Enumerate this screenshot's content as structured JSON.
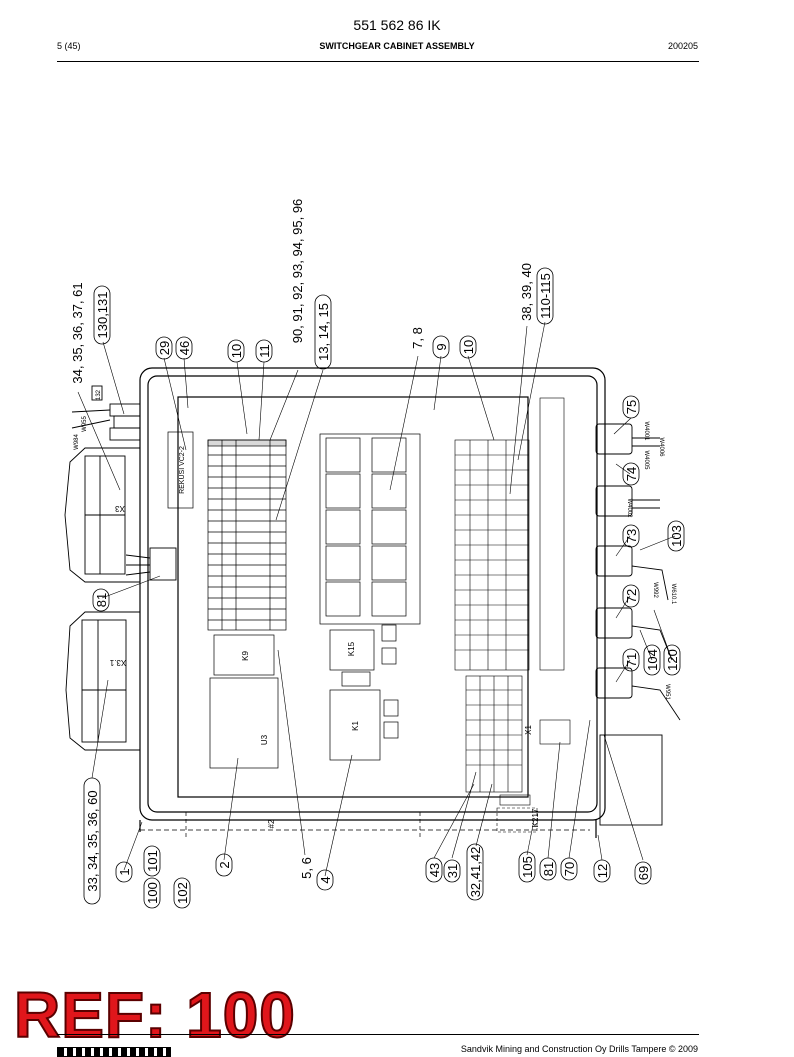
{
  "header": {
    "doc_number": "551 562 86 IK",
    "page": "5 (45)",
    "title": "SWITCHGEAR CABINET ASSEMBLY",
    "date": "200205"
  },
  "stamp": "REF: 100",
  "footer": "Sandvik Mining and Construction Oy Drills Tampere © 2009",
  "callouts": {
    "c34_61": "34, 35, 36, 37, 61",
    "c130": "130,131",
    "c29": "29",
    "c46": "46",
    "c10a": "10",
    "c11": "11",
    "c90": "90, 91, 92, 93, 94, 95, 96",
    "c13": "13, 14, 15",
    "c7": "7, 8",
    "c9": "9",
    "c10b": "10",
    "c38": "38, 39, 40",
    "c110": "110-115",
    "c75": "75",
    "c74": "74",
    "c73": "73",
    "c103": "103",
    "c72": "72",
    "c71": "71",
    "c104": "104",
    "c120": "120",
    "c81a": "81",
    "c33": "33, 34, 35, 36, 60",
    "c1": "1",
    "c100": "100",
    "c101": "101",
    "c102": "102",
    "c2": "2",
    "c56": "5, 6",
    "c4": "4",
    "c43": "43",
    "c31": "31",
    "c3241": "32,41,42",
    "c105": "105",
    "c81b": "81",
    "c70": "70",
    "c12": "12",
    "c69": "69"
  },
  "drawing_labels": {
    "x3": "X3",
    "x31": "X3.1",
    "k15": "K15",
    "k1": "K1",
    "x1": "X1",
    "u3": "U3",
    "k9": "K9",
    "n2": "#2",
    "k217": "K217",
    "rekusi": "REKUSI VC2-2",
    "w4001": "W4001",
    "w4006": "W4006",
    "w4002": "W4002",
    "w992": "W992",
    "w610": "W610.1",
    "w951": "W951",
    "w4005": "W4005",
    "w984": "W984",
    "w955": "W955",
    "r132": "132"
  }
}
